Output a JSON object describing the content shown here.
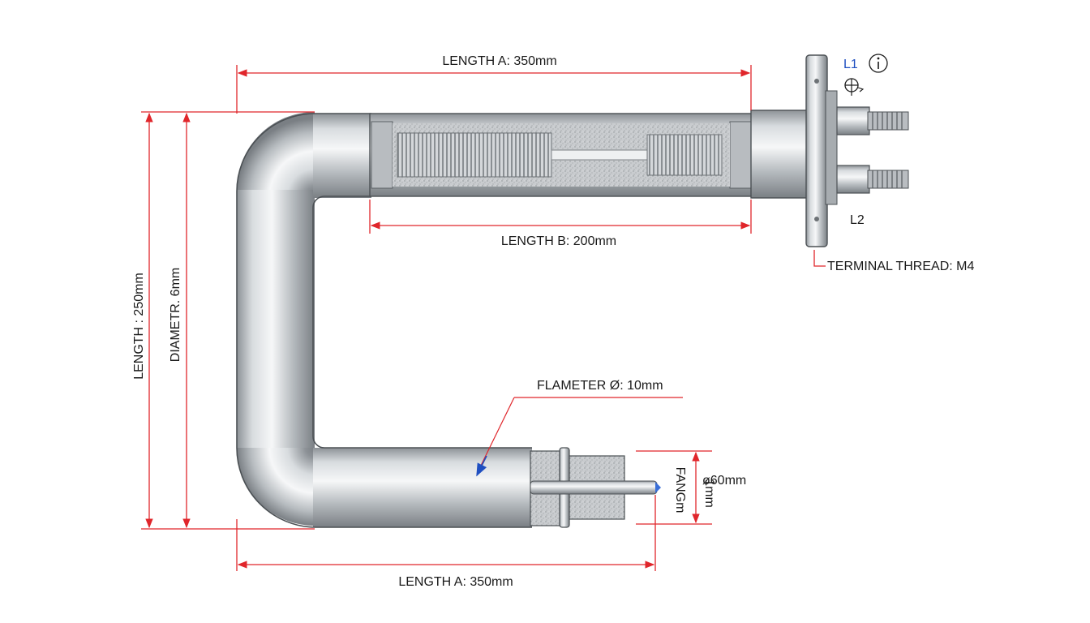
{
  "labels": {
    "length_a_top": "LENGTH A: 350mm",
    "length_b": "LENGTH B: 200mm",
    "length_a_bottom": "LENGTH A: 350mm",
    "length_vertical": "LENGTH : 250mm",
    "diameter_vertical": "DIAMETR. 6mm",
    "flameter": "FLAMETER Ø: 10mm",
    "end_diameter": "ø60mm",
    "end_fangm": "FANGm",
    "end_mm": "1mm",
    "terminal_l1": "L1",
    "terminal_l2": "L2",
    "terminal_thread": "TERMINAL THREAD: M4"
  },
  "icons": {
    "info": "info-icon",
    "bulb": "bulb-icon"
  },
  "colors": {
    "dimension_line": "#e0262b",
    "l1_label": "#1f4fc1",
    "pointer_arrow": "#1f4fc1"
  }
}
